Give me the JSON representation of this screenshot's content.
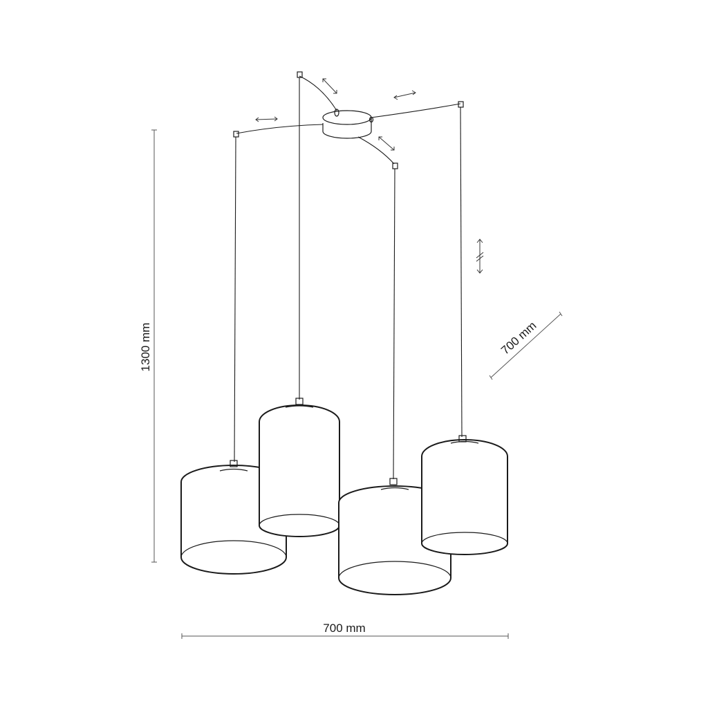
{
  "dimensions": {
    "height_label": "1300 mm",
    "width_label": "700 mm",
    "depth_label": "700 mm"
  },
  "lamp": {
    "pendant_count": 4,
    "canopy": "round",
    "adjustable_cords": true
  }
}
